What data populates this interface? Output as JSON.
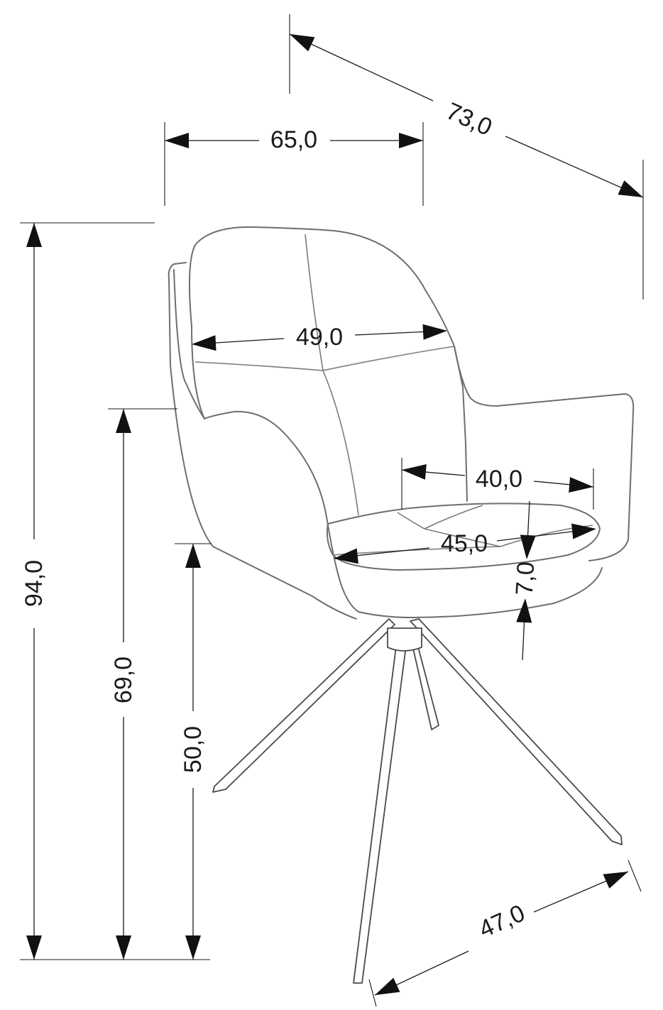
{
  "dimensions": {
    "depth_overall": "73,0",
    "width_overall": "65,0",
    "height_overall": "94,0",
    "armrest_height": "69,0",
    "seat_height": "50,0",
    "backrest_width": "49,0",
    "seat_depth": "40,0",
    "seat_width": "45,0",
    "seat_thickness": "7,0",
    "leg_span": "47,0"
  },
  "colors": {
    "line": "#1a1a1a",
    "outline": "#6e6e6e",
    "background": "#ffffff"
  }
}
